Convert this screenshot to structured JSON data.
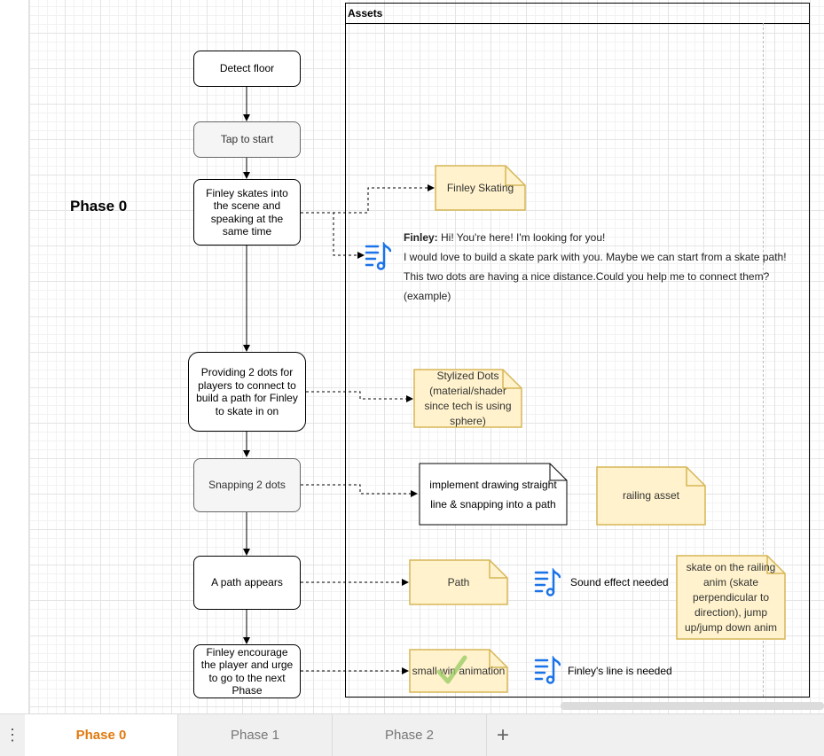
{
  "diagram": {
    "phase_title": "Phase 0",
    "flow": {
      "detect_floor": "Detect floor",
      "tap_to_start": "Tap to start",
      "finley_skates": "Finley skates into the scene and speaking at the same time",
      "providing_dots": "Providing 2 dots for players to connect to build a path for Finley to skate in on",
      "snapping_dots": "Snapping 2 dots",
      "path_appears": "A path appears",
      "finley_encourage": "Finley encourage the player and urge to go to the next Phase"
    },
    "assets": {
      "title": "Assets",
      "finley_skating": "Finley Skating",
      "stylized_dots": "Stylized Dots (material/shader since tech is using sphere)",
      "implement_drawing": "implement  drawing straight line & snapping into a path",
      "railing_asset": "railing asset",
      "path": "Path",
      "sound_effect": "Sound effect needed",
      "skate_railing": "skate on the railing anim (skate perpendicular to direction), jump up/jump down anim",
      "small_win": "small win animation",
      "finley_line": "Finley's line is needed",
      "dialog": {
        "speaker": "Finley:",
        "line1": " Hi! You're here! I'm looking for you!",
        "line2": "I would love to build a skate park with you. Maybe we can start from a skate path!",
        "line3": "This two dots are having a nice distance.Could you help me to connect them?",
        "line4": "(example)"
      }
    }
  },
  "tabs": {
    "items": [
      {
        "label": "Phase 0",
        "active": true
      },
      {
        "label": "Phase 1",
        "active": false
      },
      {
        "label": "Phase 2",
        "active": false
      }
    ],
    "add_label": "+",
    "menu_icon": "⋮"
  },
  "colors": {
    "note_fill": "#fff2cc",
    "note_stroke": "#d6b656",
    "active_tab": "#e07a10",
    "music_icon": "#1a73e8"
  },
  "icons": [
    "music-note-icon",
    "checkmark-icon",
    "more-vertical-icon",
    "plus-icon"
  ]
}
